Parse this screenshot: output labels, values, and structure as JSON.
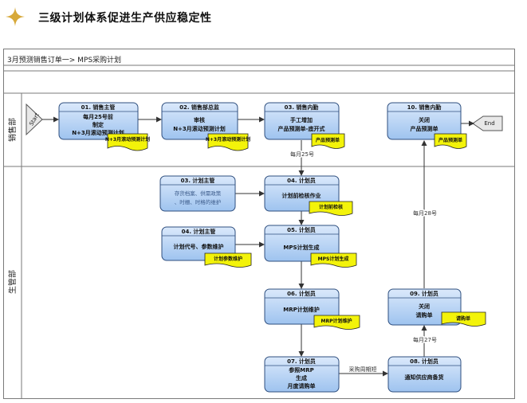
{
  "header": {
    "title": "三级计划体系促进生产供应稳定性",
    "accent_color": "#d7a93a"
  },
  "diagram": {
    "breadcrumb": "3月预测销售订单一> MPS采购计划",
    "lanes": {
      "sales": "销售部",
      "production": "生管部"
    },
    "start_label": "Start",
    "end_label": "End",
    "nodes": {
      "n1": {
        "title": "01. 销售主管",
        "lines": [
          "每月25号前",
          "制定",
          "N+3月滚动预测计划"
        ]
      },
      "n2": {
        "title": "02. 销售部总监",
        "lines": [
          "审核",
          "N+3月滚动预测计划"
        ]
      },
      "n3": {
        "title": "03. 销售内勤",
        "lines": [
          "手工增加",
          "产品预测单-底开式"
        ]
      },
      "n10": {
        "title": "10. 销售内勤",
        "lines": [
          "关闭",
          "产品预测单"
        ]
      },
      "p1": {
        "title": "03. 计划主管",
        "lines": [
          "存货档案、供需政策",
          "、时栅、时格的维护"
        ]
      },
      "p2": {
        "title": "04. 计划员",
        "lines": [
          "计划前检核作业"
        ]
      },
      "p3": {
        "title": "04. 计划主管",
        "lines": [
          "计划代号、参数维护"
        ]
      },
      "p4": {
        "title": "05. 计划员",
        "lines": [
          "MPS计划生成"
        ]
      },
      "p5": {
        "title": "06. 计划员",
        "lines": [
          "MRP计划维护"
        ]
      },
      "p6": {
        "title": "07. 计划员",
        "lines": [
          "参照MRP",
          "生成",
          "月度请购单"
        ]
      },
      "p7": {
        "title": "08. 计划员",
        "lines": [
          "通知供应商备货"
        ]
      },
      "p8": {
        "title": "09. 计划员",
        "lines": [
          "关闭",
          "请购单"
        ]
      }
    },
    "docs": {
      "d1": "N+3月滚动预测计划",
      "d2": "N+3月滚动预测计划",
      "d3": "产品预测单",
      "d10": "产品预测单",
      "dp2": "计划前检核",
      "dp3": "计划参数维护",
      "dp4": "MPS计划生成",
      "dp5": "MRP计划维护",
      "dp8": "请购单"
    },
    "edge_labels": {
      "e1": "每月25号",
      "e2": "每月28号",
      "e3": "每月27号",
      "e4": "采购周期短"
    }
  }
}
